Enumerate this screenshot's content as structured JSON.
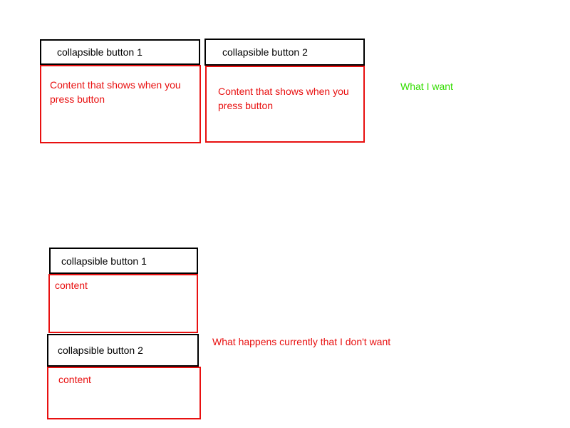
{
  "colors": {
    "button_border": "#000000",
    "content": "#e81010",
    "desired_label": "#33dd00",
    "current_label": "#e81010"
  },
  "desired": {
    "label": "What I want",
    "button1": "collapsible button 1",
    "content1": "Content that shows when you press button",
    "button2": "collapsible button 2",
    "content2": "Content that shows when you press button"
  },
  "current": {
    "label": "What happens currently that I don't want",
    "button1": "collapsible button 1",
    "content1": "content",
    "button2": "collapsible button 2",
    "content2": "content"
  }
}
